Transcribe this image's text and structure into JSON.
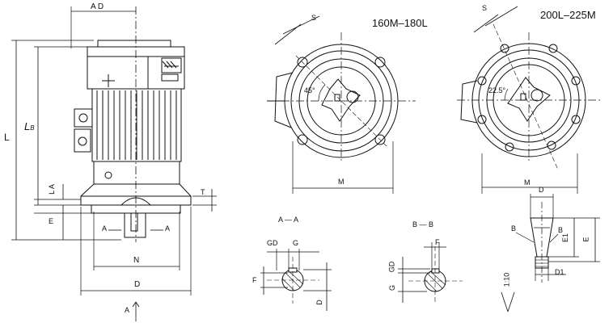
{
  "titles": {
    "frame_a": "160M–180L",
    "frame_b": "200L–225M"
  },
  "dimensions": {
    "AD": "A D",
    "L": "L",
    "LB": "L",
    "LB_sub": "B",
    "LA": "L A",
    "E": "E",
    "T": "T",
    "N": "N",
    "D": "D",
    "M": "M",
    "S": "S",
    "GD": "GD",
    "G": "G",
    "F": "F",
    "E1": "E1",
    "D1": "D1",
    "B": "B",
    "A": "A"
  },
  "angles": {
    "a45": "45°",
    "a225": "22.5°"
  },
  "sections": {
    "aa": "A — A",
    "bb": "B — B"
  },
  "taper": "1:10"
}
